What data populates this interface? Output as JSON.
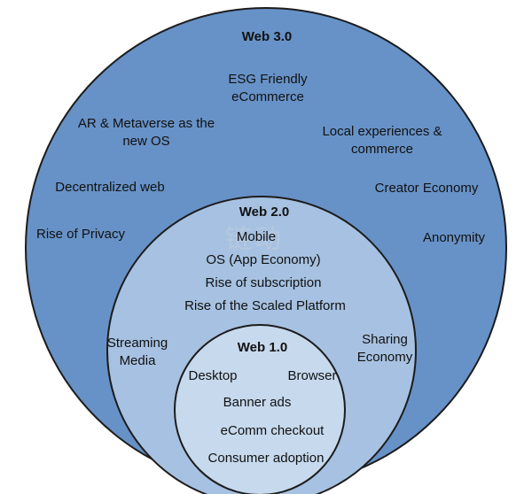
{
  "colors": {
    "outer_fill": "#6792c7",
    "middle_fill": "#a6c1e1",
    "inner_fill": "#c6d9ed",
    "stroke": "#1c1c1c"
  },
  "watermark": "链动",
  "web3": {
    "title": "Web 3.0",
    "esg": "ESG Friendly\neCommerce",
    "ar_metaverse": "AR & Metaverse as the\nnew OS",
    "local_experiences": "Local experiences &\ncommerce",
    "decentralized_web": "Decentralized web",
    "creator_economy": "Creator Economy",
    "rise_of_privacy": "Rise of Privacy",
    "anonymity": "Anonymity"
  },
  "web2": {
    "title": "Web 2.0",
    "mobile": "Mobile",
    "os_app_economy": "OS (App Economy)",
    "rise_of_subscription": "Rise of subscription",
    "rise_of_scaled_platform": "Rise of the Scaled Platform",
    "streaming_media": "Streaming\nMedia",
    "sharing_economy": "Sharing\nEconomy"
  },
  "web1": {
    "title": "Web 1.0",
    "desktop": "Desktop",
    "browser": "Browser",
    "banner_ads": "Banner ads",
    "ecomm_checkout": "eComm checkout",
    "consumer_adoption": "Consumer adoption"
  }
}
